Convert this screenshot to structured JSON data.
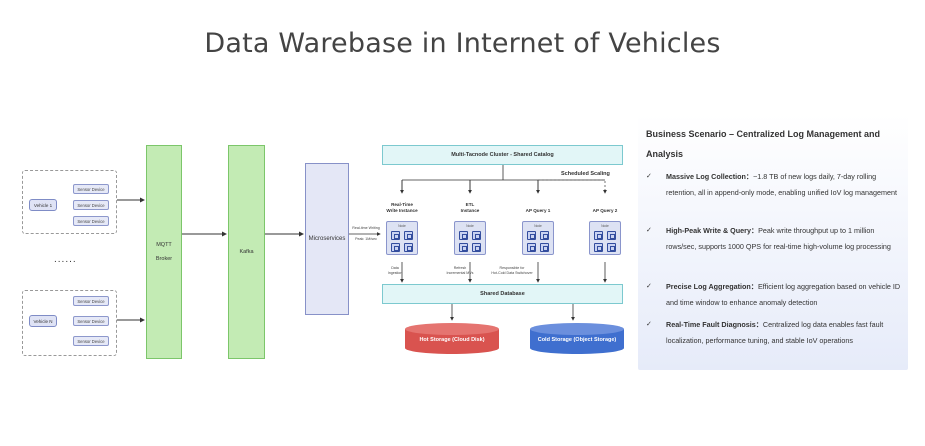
{
  "title": "Data Warebase in Internet of Vehicles",
  "diagram": {
    "vehicle_top": "Vehicle 1",
    "vehicle_bottom": "Vehicle N",
    "sensor_label": "Sensor Device",
    "ellipsis": "......",
    "mqtt_line1": "MQTT",
    "mqtt_line2": "Broker",
    "kafka": "Kafka",
    "microservices": "Microservices",
    "ingest_line1": "Real-time Writing",
    "ingest_line2": "Peak: 1M/sec",
    "cluster": "Multi-Tacnode Cluster - Shared Catalog",
    "scheduled_scaling": "Scheduled Scaling",
    "node_label": "Node",
    "instances": [
      {
        "line1": "Real-Time",
        "line2": "Write Instance"
      },
      {
        "line1": "ETL",
        "line2": "Instance"
      },
      {
        "line1": "AP Query 1",
        "line2": ""
      },
      {
        "line1": "AP Query 2",
        "line2": ""
      }
    ],
    "note_ingestion_1": "Data",
    "note_ingestion_2": "Ingestion",
    "note_refresh_1": "Refresh",
    "note_refresh_2": "Incremental MVs",
    "note_resp_1": "Responsible for",
    "note_resp_2": "Hot-Cold Data Switchover",
    "shared_db": "Shared Database",
    "hot_storage": "Hot Storage (Cloud Disk)",
    "cold_storage": "Cold Storage (Object Storage)",
    "colors": {
      "green_fill": "#c3ebb4",
      "teal_fill": "#e2f6f7",
      "hot_red": "#d9534f",
      "cold_blue": "#3f6fcf"
    }
  },
  "panel": {
    "title": "Business Scenario – Centralized Log Management and Analysis",
    "items": [
      {
        "head": "Massive Log Collection：",
        "text": "~1.8 TB of new logs daily, 7-day rolling retention, all in append-only mode, enabling unified IoV log management"
      },
      {
        "head": "High-Peak Write & Query：",
        "text": "Peak write throughput up to 1 million rows/sec, supports 1000 QPS for real-time high-volume log processing"
      },
      {
        "head": "Precise Log Aggregation：",
        "text": "Efficient log aggregation based on vehicle ID and time window to enhance anomaly detection"
      },
      {
        "head": "Real-Time Fault Diagnosis：",
        "text": "Centralized log data enables fast fault localization, performance tuning, and stable IoV operations"
      }
    ],
    "check_icon": "checkmark-icon"
  }
}
